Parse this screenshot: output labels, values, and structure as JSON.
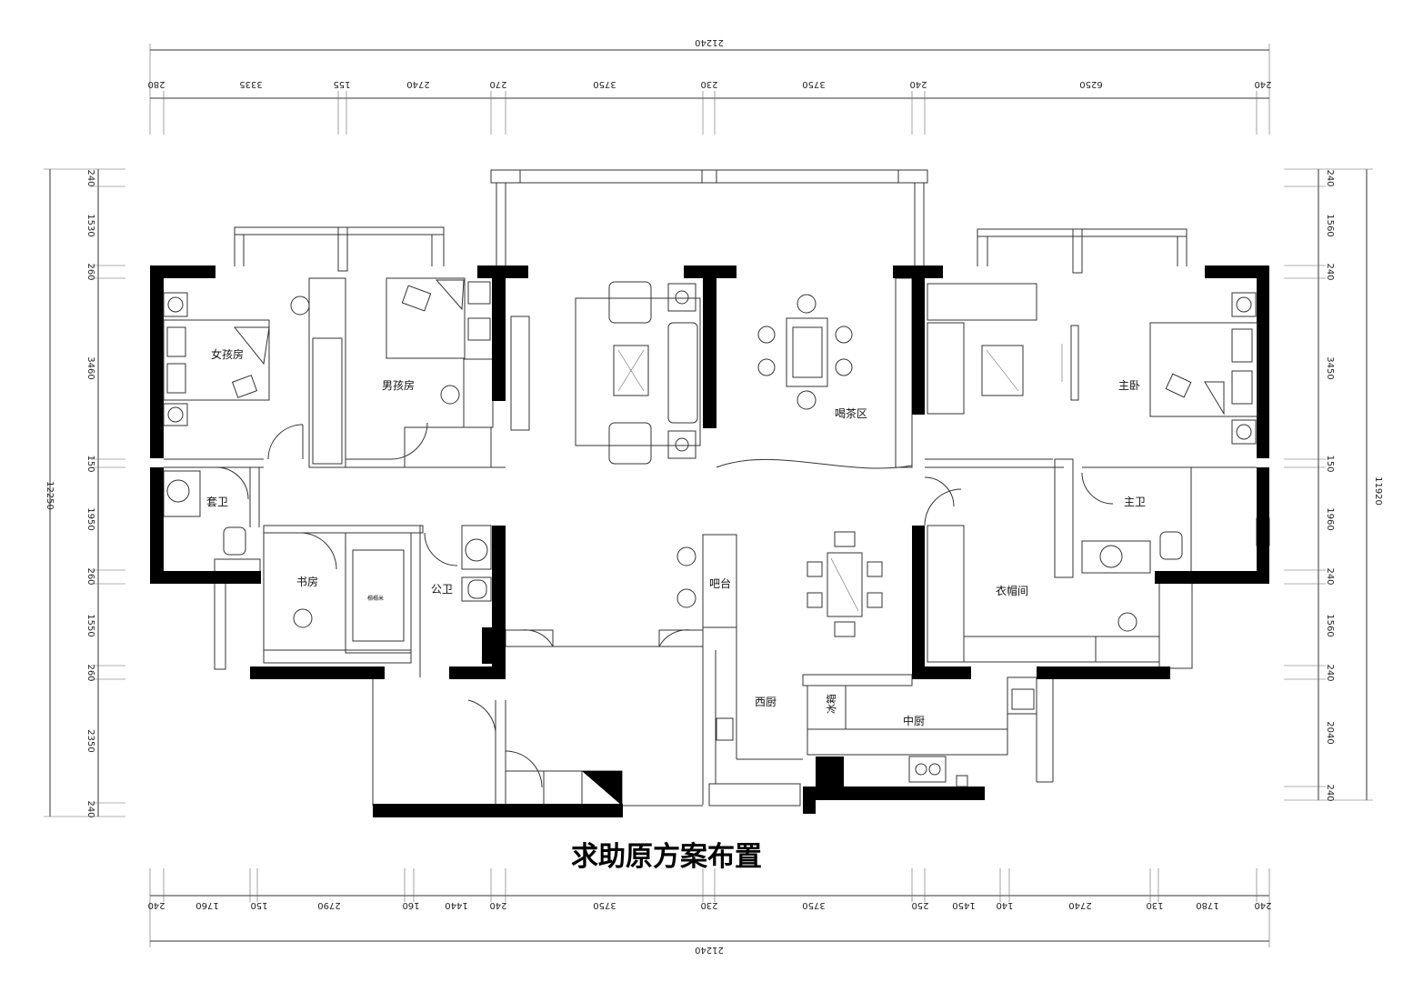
{
  "caption": "求助原方案布置",
  "dimensions": {
    "top_total": "21240",
    "top_segments": [
      "280",
      "3335",
      "155",
      "2740",
      "270",
      "3750",
      "230",
      "3750",
      "240",
      "6250",
      "240"
    ],
    "bottom_total": "21240",
    "bottom_segments": [
      "240",
      "1760",
      "150",
      "2790",
      "160",
      "1440",
      "240",
      "3750",
      "230",
      "3750",
      "250",
      "1450",
      "140",
      "2740",
      "130",
      "1780",
      "240"
    ],
    "left_total": "12250",
    "left_segments": [
      "240",
      "1530",
      "260",
      "3460",
      "150",
      "1950",
      "260",
      "1550",
      "260",
      "2350",
      "240"
    ],
    "right_total": "11920",
    "right_segments": [
      "240",
      "1560",
      "240",
      "3450",
      "150",
      "1960",
      "240",
      "1560",
      "240",
      "2040",
      "240"
    ]
  },
  "rooms": {
    "girls_room": "女孩房",
    "boys_room": "男孩房",
    "tea_area": "喝茶区",
    "master_bedroom": "主卧",
    "suite_bath": "套卫",
    "master_bath": "主卫",
    "study": "书房",
    "public_bath": "公卫",
    "bar": "吧台",
    "walk_in_closet": "衣帽间",
    "western_kitchen": "西厨",
    "chinese_kitchen": "中厨",
    "fridge": "冰箱",
    "tatami": "榻榻米"
  }
}
